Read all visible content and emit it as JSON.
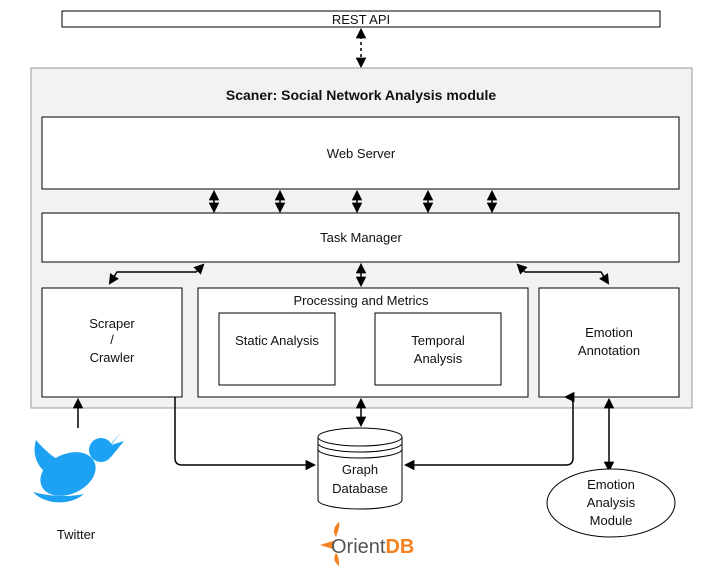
{
  "rest_api": {
    "label": "REST API"
  },
  "module": {
    "title": "Scaner: Social Network Analysis module"
  },
  "web_server": {
    "label": "Web Server"
  },
  "task_manager": {
    "label": "Task Manager"
  },
  "scraper": {
    "line1": "Scraper",
    "line2": "/",
    "line3": "Crawler"
  },
  "processing": {
    "label": "Processing and Metrics",
    "static_label": "Static Analysis",
    "temporal_line1": "Temporal",
    "temporal_line2": "Analysis"
  },
  "emotion_annotation": {
    "line1": "Emotion",
    "line2": "Annotation"
  },
  "graph_db": {
    "line1": "Graph",
    "line2": "Database"
  },
  "emotion_module": {
    "line1": "Emotion",
    "line2": "Analysis",
    "line3": "Module"
  },
  "twitter": {
    "label": "Twitter"
  },
  "orientdb": {
    "part1": "Orient",
    "part2": "DB"
  },
  "colors": {
    "twitter_blue": "#1DA1F2",
    "orientdb_orange": "#F5821F",
    "module_bg": "#F2F2F2"
  }
}
